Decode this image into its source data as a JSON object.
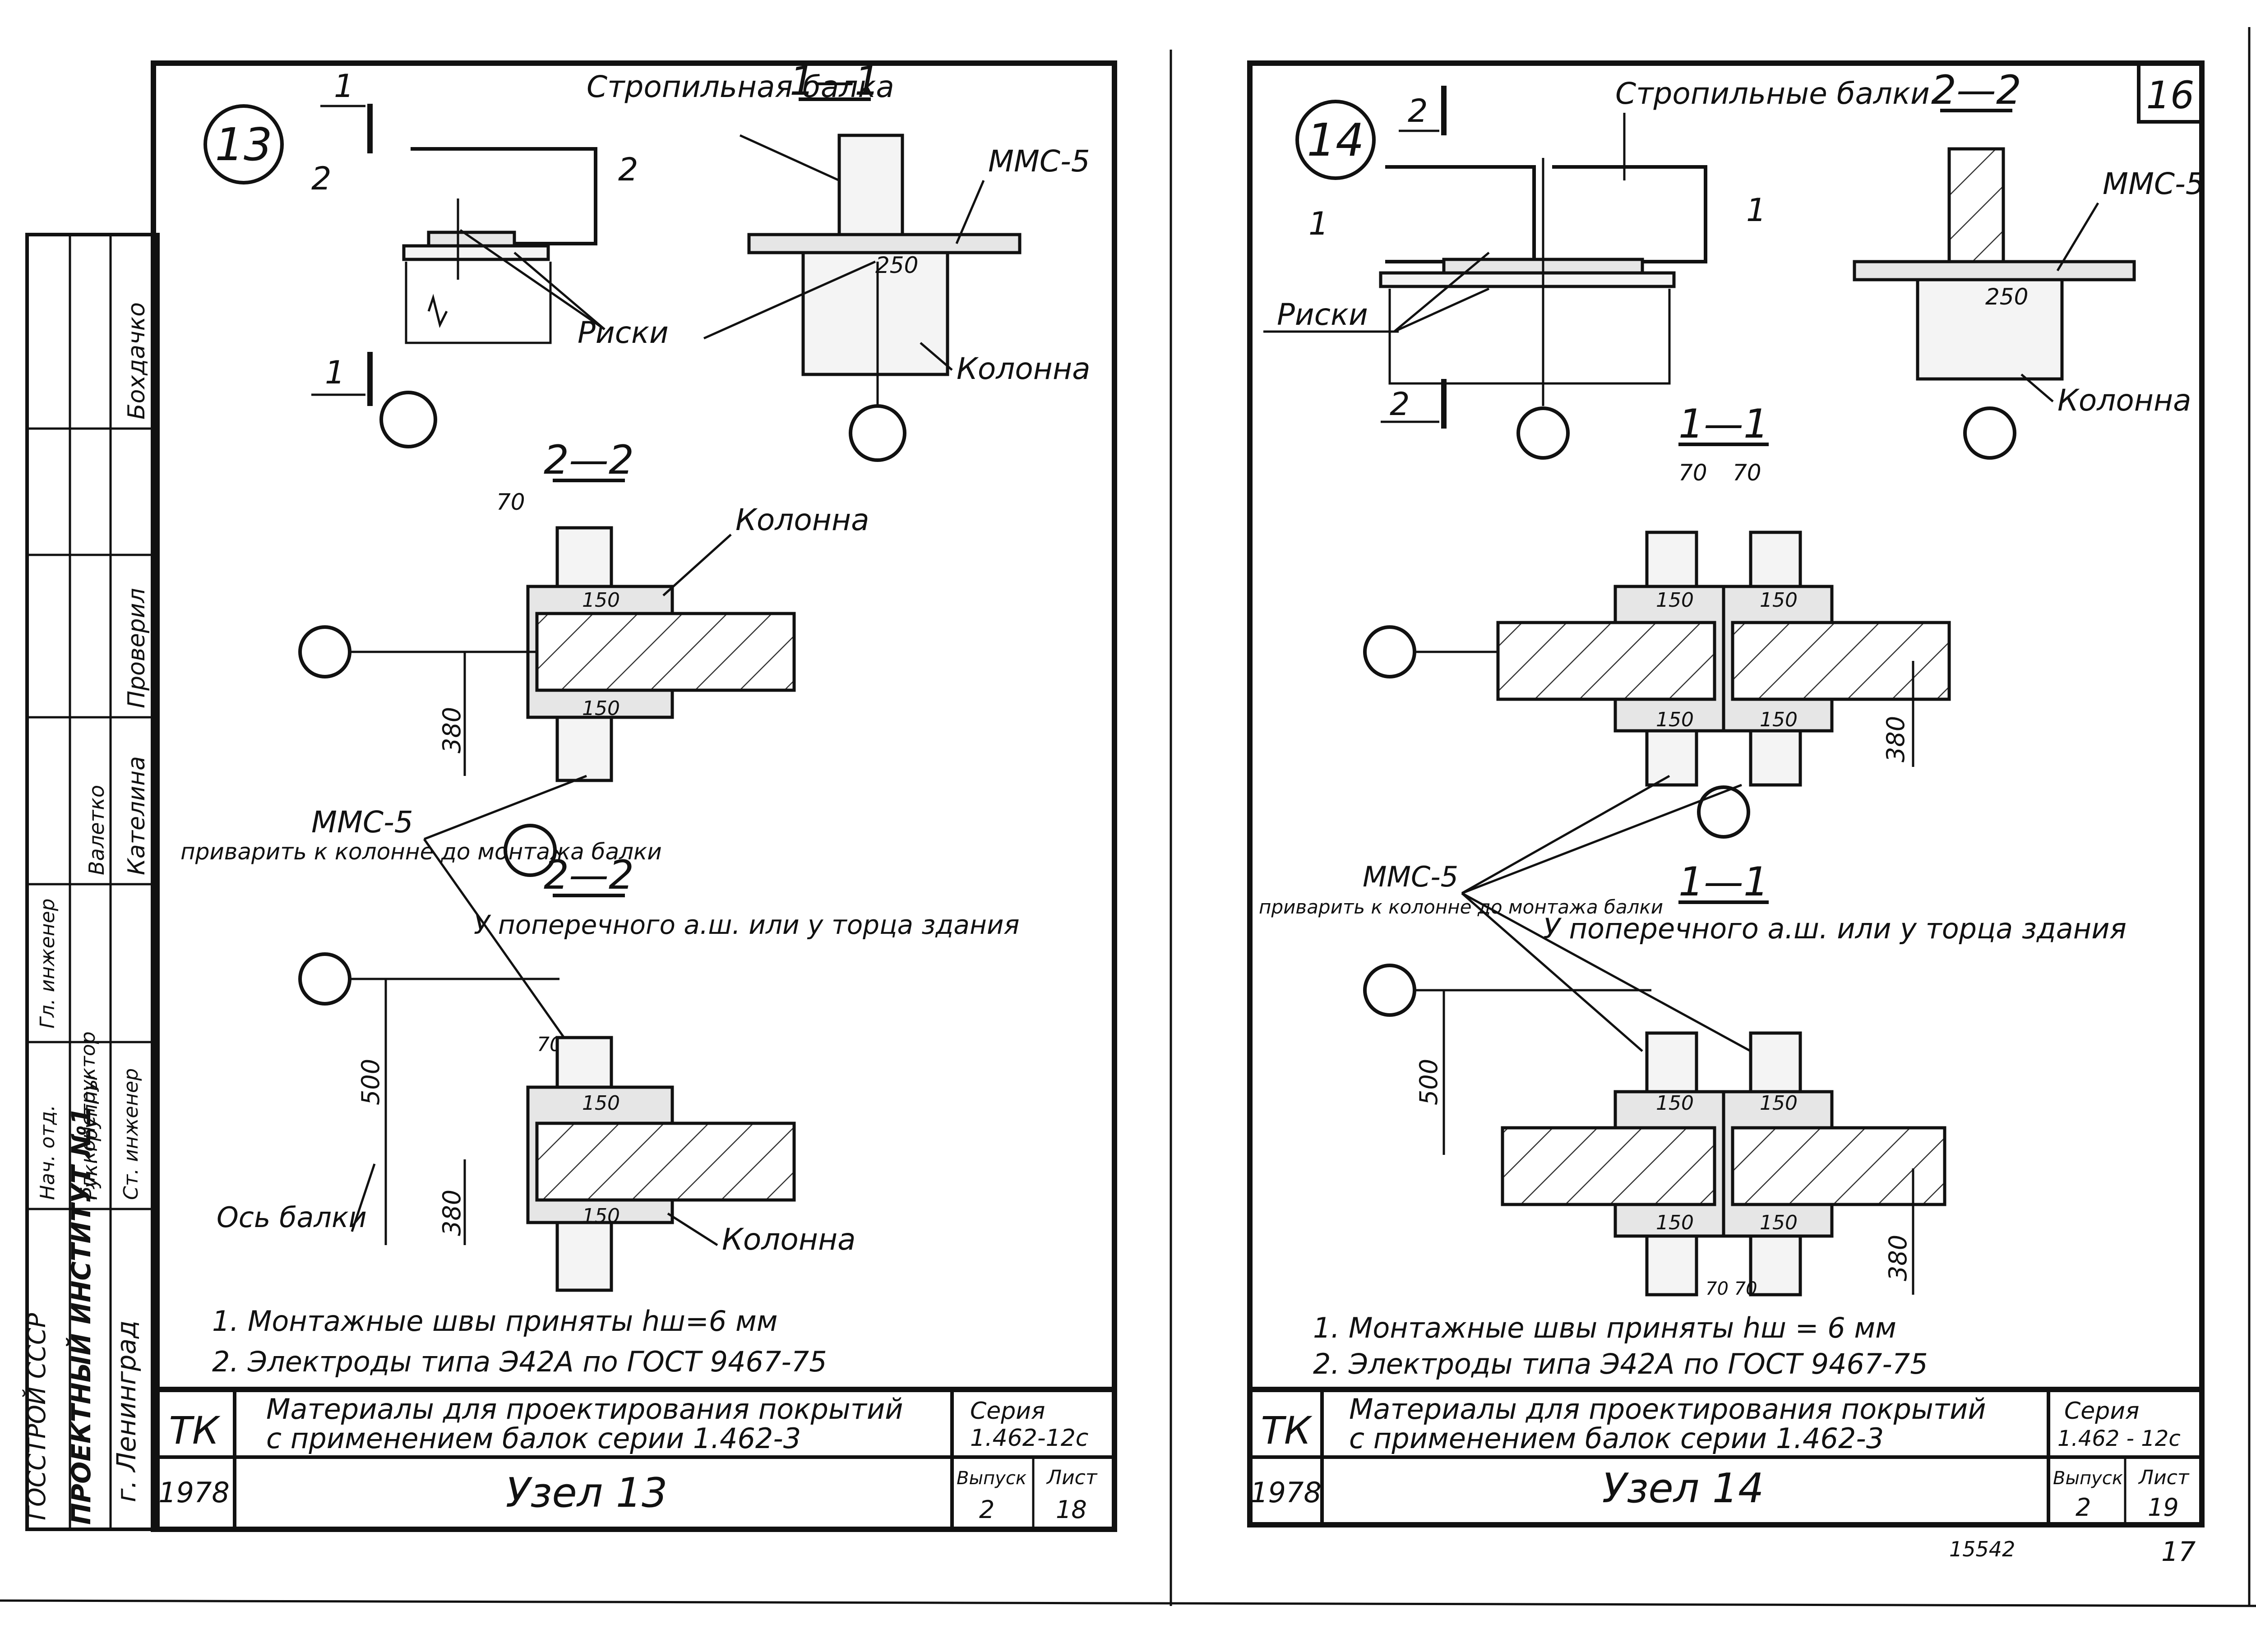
{
  "title_strip": {
    "org_lines": [
      "ГОССТРОЙ СССР",
      "ПРОЕКТНЫЙ ИНСТИТУТ №1",
      "г. Ленинград"
    ],
    "roles": [
      "Гл. инженер",
      "Нач. отд.",
      "Гл. конструктор",
      "Рук. группы",
      "Ст. инженер"
    ],
    "names": [
      "Бохдачко",
      "Валетко",
      "Кателина"
    ],
    "check": "Проверил"
  },
  "sheet_left": {
    "node_number": "13",
    "section_1_1": "1—1",
    "section_2_2_top": "2—2",
    "section_2_2_bottom": "2—2",
    "labels": {
      "rafter_beam": "Стропильная балка",
      "mms": "ММС-5",
      "marks": "Риски",
      "column": "Колонна",
      "column_plan": "Колонна",
      "column_bottom": "Колонна",
      "beam_axis": "Ось балки",
      "mms_note": "ММС-5",
      "weld_note": "приварить к колонне до монтажа балки",
      "transverse": "У поперечного а.ш. или у торца здания"
    },
    "cuts": {
      "c1": "1",
      "c2": "2",
      "c1b": "1",
      "c2b": "2"
    },
    "dims": {
      "d250": "250",
      "d70": "70",
      "d150a": "150",
      "d150b": "150",
      "d380": "380",
      "d500": "500",
      "d70b": "70",
      "d150c": "150",
      "d150d": "150",
      "d380b": "380"
    },
    "notes": [
      "1. Монтажные швы приняты hш=6 мм",
      "2. Электроды типа Э42А по ГОСТ 9467-75"
    ],
    "stamp": {
      "code": "ТК",
      "title_line1": "Материалы для проектирования покрытий",
      "title_line2": "с применением балок серии 1.462-3",
      "series_label": "Серия",
      "series_value": "1.462-12с",
      "year": "1978",
      "drawing_name": "Узел 13",
      "issue_label": "Выпуск",
      "issue_value": "2",
      "sheet_label": "Лист",
      "sheet_value": "18"
    }
  },
  "sheet_right": {
    "node_number": "14",
    "corner_number": "16",
    "section_2_2": "2—2",
    "section_1_1_top": "1—1",
    "section_1_1_bottom": "1—1",
    "labels": {
      "rafter_beams": "Стропильные балки",
      "mms": "ММС-5",
      "marks": "Риски",
      "column": "Колонна",
      "mms_note": "ММС-5",
      "weld_note": "приварить к колонне до монтажа балки",
      "transverse": "У поперечного а.ш. или у торца здания"
    },
    "cuts": {
      "c2": "2",
      "c1": "1",
      "c1r": "1",
      "c2b": "2"
    },
    "dims": {
      "d250": "250",
      "d70a": "70",
      "d70b": "70",
      "d150a": "150",
      "d150b": "150",
      "d150c": "150",
      "d150d": "150",
      "d380": "380",
      "d500": "500",
      "d150e": "150",
      "d150f": "150",
      "d150g": "150",
      "d150h": "150",
      "d380b": "380",
      "d7070": "70 70"
    },
    "notes": [
      "1. Монтажные швы приняты hш = 6 мм",
      "2. Электроды типа Э42А по ГОСТ 9467-75"
    ],
    "stamp": {
      "code": "ТК",
      "title_line1": "Материалы для проектирования покрытий",
      "title_line2": "с применением балок серии 1.462-3",
      "series_label": "Серия",
      "series_value": "1.462 - 12с",
      "year": "1978",
      "drawing_name": "Узел 14",
      "issue_label": "Выпуск",
      "issue_value": "2",
      "sheet_label": "Лист",
      "sheet_value": "19"
    },
    "footer_code": "15542",
    "page_number": "17"
  }
}
